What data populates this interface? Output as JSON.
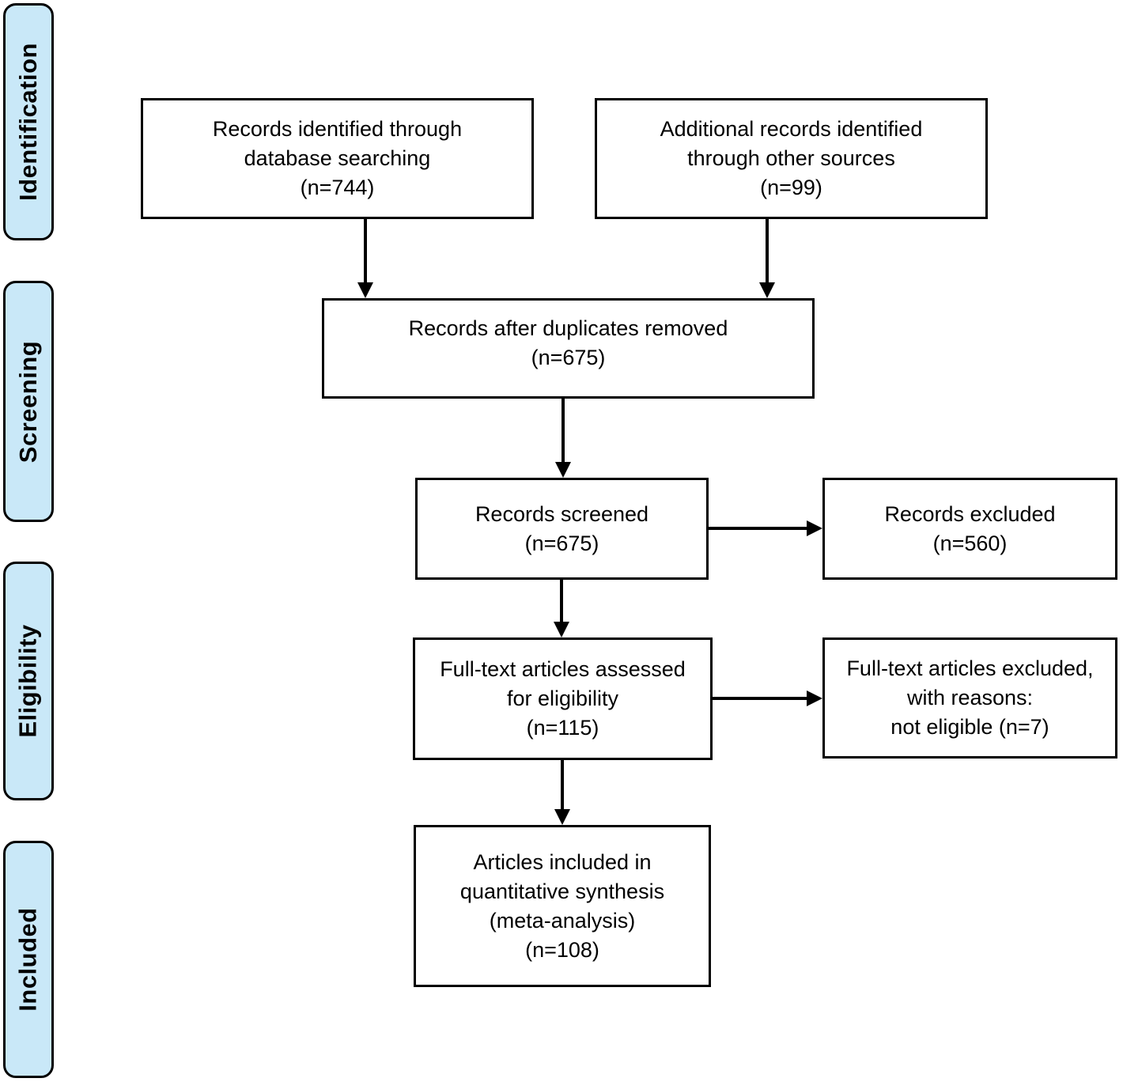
{
  "stages": [
    {
      "id": "identification",
      "label": "Identification"
    },
    {
      "id": "screening",
      "label": "Screening"
    },
    {
      "id": "eligibility",
      "label": "Eligibility"
    },
    {
      "id": "included",
      "label": "Included"
    }
  ],
  "boxes": {
    "records_identified": "Records identified through\ndatabase searching\n(n=744)",
    "additional_records": "Additional records identified\nthrough other sources\n(n=99)",
    "duplicates_removed": "Records after duplicates removed\n(n=675)",
    "records_screened": "Records screened\n(n=675)",
    "records_excluded": "Records excluded\n(n=560)",
    "fulltext_assessed": "Full-text articles assessed\nfor eligibility\n(n=115)",
    "fulltext_excluded": "Full-text articles excluded,\nwith reasons:\nnot eligible (n=7)",
    "articles_included": "Articles included in\nquantitative synthesis\n(meta-analysis)\n(n=108)"
  },
  "counts": {
    "database_searching": 744,
    "other_sources": 99,
    "after_duplicates": 675,
    "screened": 675,
    "excluded": 560,
    "fulltext_assessed": 115,
    "fulltext_excluded_not_eligible": 7,
    "included_meta_analysis": 108
  },
  "colors": {
    "stage_fill": "#c9e8f8",
    "stage_border": "#000000",
    "box_fill": "#ffffff",
    "box_border": "#000000",
    "arrow": "#000000",
    "text": "#000000"
  }
}
